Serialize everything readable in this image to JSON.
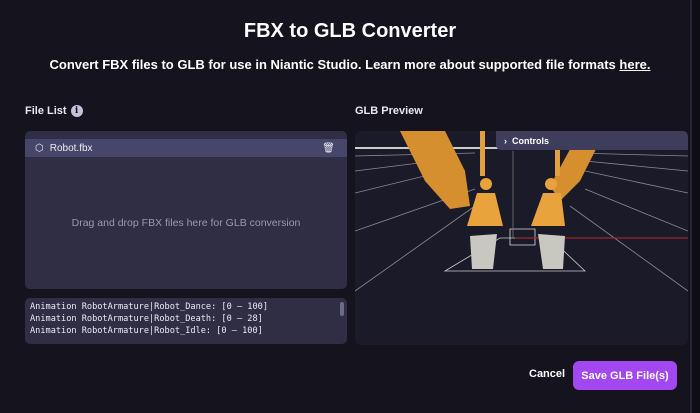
{
  "title": "FBX to GLB Converter",
  "subtitle": "Convert FBX files to GLB for use in Niantic Studio. Learn more about supported file formats",
  "subtitle_link": "here.",
  "file_list": {
    "label": "File List",
    "info_icon": "i",
    "files": [
      {
        "name": "Robot.fbx",
        "icon": "cube-icon",
        "action_icon": "trash-icon"
      }
    ],
    "drop_hint": "Drag and drop FBX files here for GLB conversion"
  },
  "log": [
    "Animation RobotArmature|Robot_Dance: [0 – 100]",
    "Animation RobotArmature|Robot_Death: [0 – 28]",
    "Animation RobotArmature|Robot_Idle: [0 – 100]"
  ],
  "preview": {
    "label": "GLB Preview",
    "controls_label": "Controls"
  },
  "footer": {
    "cancel": "Cancel",
    "save": "Save GLB File(s)"
  },
  "colors": {
    "accent": "#a347f0",
    "robot": "#e8a33c"
  }
}
